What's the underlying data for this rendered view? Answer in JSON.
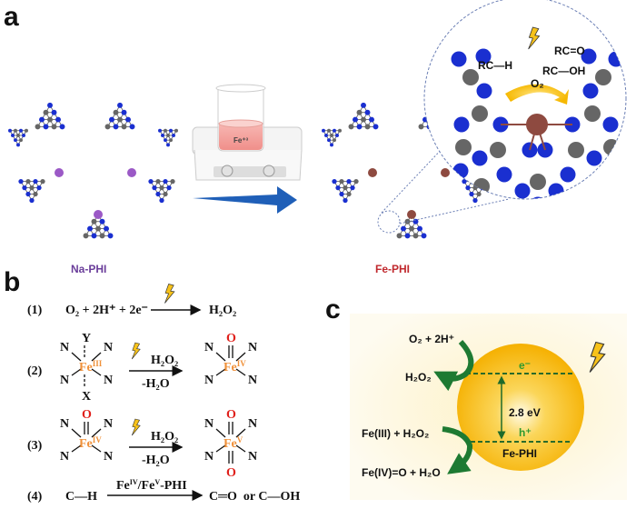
{
  "panels": {
    "a": {
      "label": "a",
      "na_phi": "Na-PHI",
      "fe_phi": "Fe-PHI",
      "beaker_label": "Fe⁺³",
      "zoom": {
        "reactant": "RC—H",
        "product1": "RC=O",
        "product2": "RC—OH",
        "oxidant": "O₂"
      }
    },
    "b": {
      "label": "b",
      "eq1": {
        "num": "(1)",
        "lhs": "O₂ + 2H⁺ + 2e⁻",
        "rhs": "H₂O₂"
      },
      "eq2": {
        "num": "(2)",
        "reagent": "H₂O₂",
        "byproduct": "-H₂O",
        "ligand_top": "Y",
        "ligand_bottom": "X",
        "n": "N",
        "fe": "Fe",
        "ox_in": "III",
        "ox_out": "IV",
        "oxo": "O"
      },
      "eq3": {
        "num": "(3)",
        "reagent": "H₂O₂",
        "byproduct": "-H₂O",
        "n": "N",
        "fe": "Fe",
        "ox_in": "IV",
        "ox_out": "V",
        "oxo": "O"
      },
      "eq4": {
        "num": "(4)",
        "lhs": "C—H",
        "catalyst_fe": "Fe",
        "catalyst_ox1": "IV",
        "catalyst_mid": "/Fe",
        "catalyst_ox2": "V",
        "catalyst_tail": "-PHI",
        "rhs": "C═O  or C—OH"
      }
    },
    "c": {
      "label": "c",
      "top_reactant": "O₂ + 2H⁺",
      "top_product": "H₂O₂",
      "bottom_reactant": "Fe(III) + H₂O₂",
      "bottom_product": "Fe(IV)=O + H₂O",
      "electron": "e⁻",
      "hole": "h⁺",
      "band_gap": "2.8 eV",
      "material": "Fe-PHI"
    }
  },
  "colors": {
    "nitrogen": "#1a2fd0",
    "carbon": "#666666",
    "sodium": "#9b59c6",
    "iron": "#8e4a40",
    "arrow_blue": "#1f5fb8",
    "fe_orange": "#f0913a",
    "oxo_red": "#e0201b",
    "green": "#1e7a32",
    "sphere": "#f7b500",
    "na_label": "#6a3d9a",
    "fe_label": "#c0282d"
  }
}
